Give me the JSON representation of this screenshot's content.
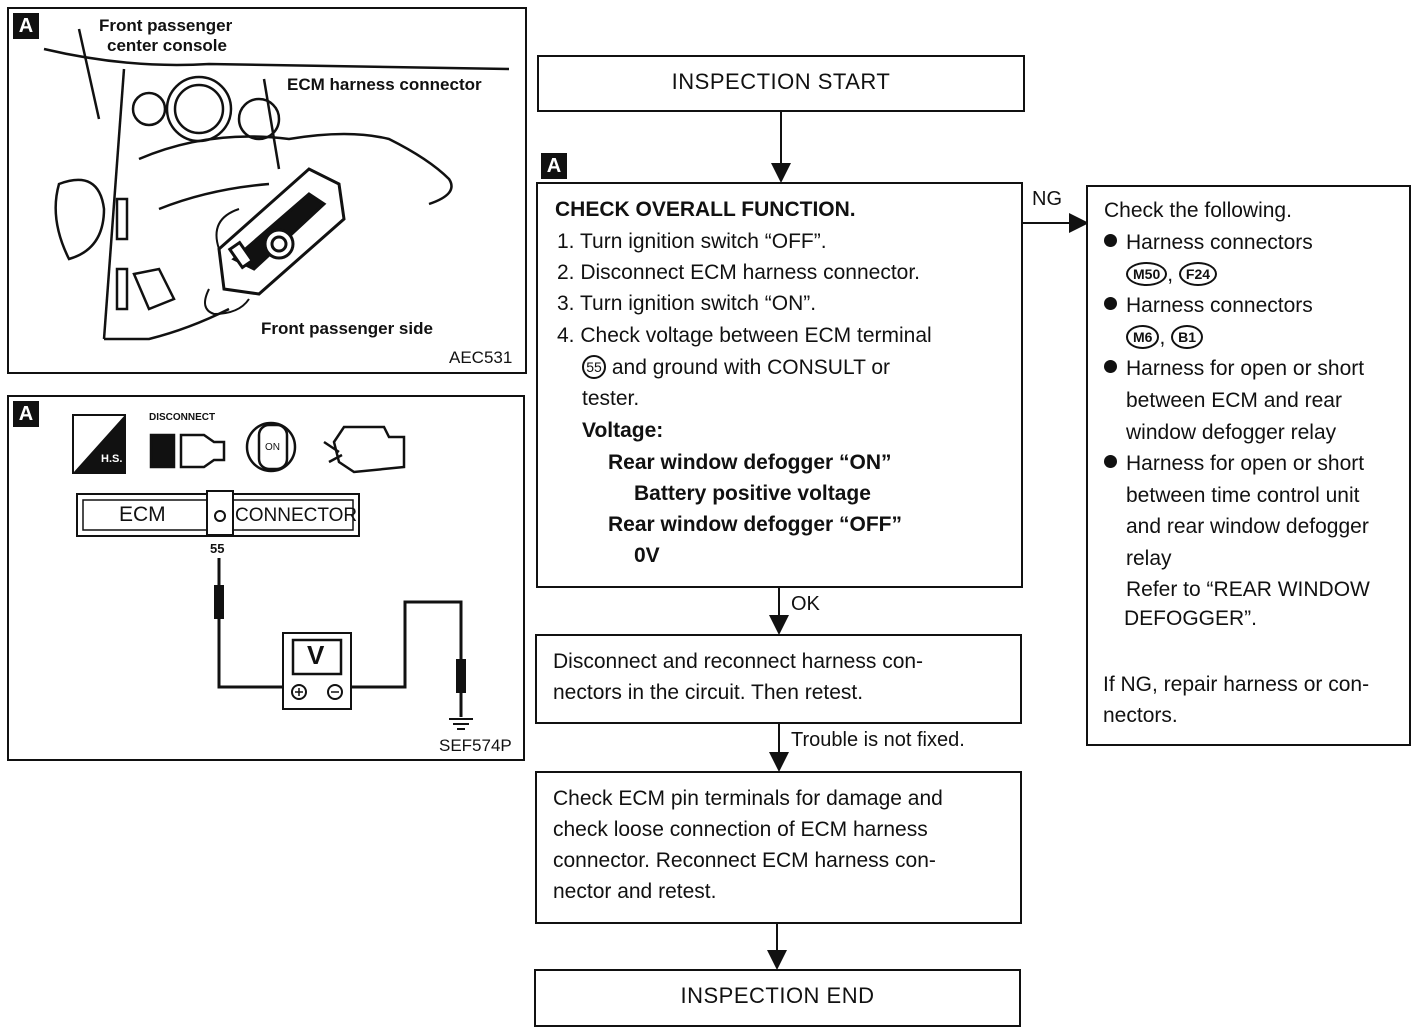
{
  "figure_a": {
    "tag": "A",
    "label_console_1": "Front passenger",
    "label_console_2": "center console",
    "label_harness": "ECM harness connector",
    "label_side": "Front passenger side",
    "code": "AEC531"
  },
  "figure_b": {
    "tag": "A",
    "icon_hs_text": "H.S.",
    "icon_disconnect_text": "DISCONNECT",
    "icon_key_text": "ON",
    "ecm_label": "ECM",
    "connector_label": "CONNECTOR",
    "pin": "55",
    "meter_label": "V",
    "code": "SEF574P"
  },
  "flow": {
    "start": "INSPECTION START",
    "check": {
      "tag": "A",
      "title": "CHECK OVERALL FUNCTION.",
      "step1": "1. Turn ignition switch “OFF”.",
      "step2": "2. Disconnect ECM harness connector.",
      "step3": "3. Turn ignition switch “ON”.",
      "step4a": "4. Check voltage between ECM terminal",
      "terminal": "55",
      "step4b": "and ground with CONSULT or",
      "step4c": "tester.",
      "voltage_label": "Voltage:",
      "on_label": "Rear window defogger “ON”",
      "on_value": "Battery positive voltage",
      "off_label": "Rear window defogger “OFF”",
      "off_value": "0V"
    },
    "ng_label": "NG",
    "ok_label": "OK",
    "ng_box": {
      "intro": "Check the following.",
      "b1": "Harness connectors",
      "c1a": "M50",
      "c1b": "F24",
      "b2": "Harness connectors",
      "c2a": "M6",
      "c2b": "B1",
      "b3a": "Harness for open or short",
      "b3b": "between ECM and rear",
      "b3c": "window defogger relay",
      "b4a": "Harness for open or short",
      "b4b": "between time control unit",
      "b4c": "and rear window defogger",
      "b4d": "relay",
      "refer1": "Refer to “REAR WINDOW",
      "refer2": "DEFOGGER”.",
      "if1": "If NG, repair harness or con-",
      "if2": "nectors."
    },
    "reconnect": {
      "l1": "Disconnect and reconnect harness con-",
      "l2": "nectors in the circuit. Then retest."
    },
    "not_fixed_label": "Trouble is not fixed.",
    "pins": {
      "l1": "Check ECM pin terminals for damage and",
      "l2": "check loose connection of ECM harness",
      "l3": "connector. Reconnect ECM harness con-",
      "l4": "nector and retest."
    },
    "end": "INSPECTION END"
  }
}
